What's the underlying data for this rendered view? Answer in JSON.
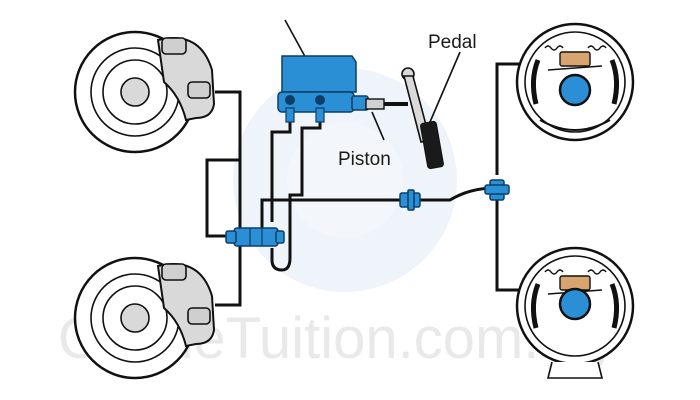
{
  "labels": {
    "pedal": "Pedal",
    "piston": "Piston"
  },
  "watermark": "OnlineTuition.com.my",
  "colors": {
    "fluid_blue": "#2b8fd6",
    "line_black": "#111111",
    "drum_grey": "#d9d9d9",
    "brake_shoe_tan": "#d8a56e"
  }
}
